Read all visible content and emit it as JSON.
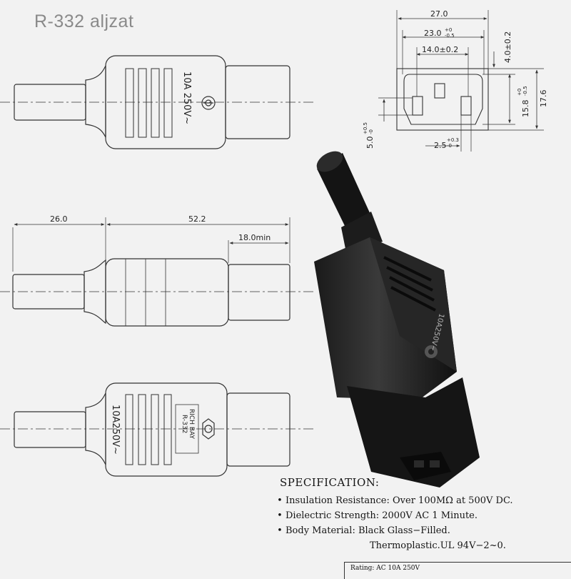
{
  "header": {
    "title": "R-332 aljzat"
  },
  "top_view": {
    "marking": "10A 250V~"
  },
  "side_view": {
    "dim_total": "52.2",
    "dim_cable": "26.0",
    "dim_min": "18.0min"
  },
  "bottom_view": {
    "marking": "10A250V~",
    "brand_line1": "RICH BAY",
    "brand_line2": "R-332"
  },
  "face_view": {
    "dim_width": "27.0",
    "dim_inner": "23.0",
    "dim_inner_tol_top": "+0",
    "dim_inner_tol_bottom": "-0.5",
    "dim_pin_pitch": "14.0±0.2",
    "dim_top": "4.0±0.2",
    "dim_height": "17.6",
    "dim_inner_height": "15.8",
    "dim_inner_height_tol_top": "+0",
    "dim_inner_height_tol_bottom": "-0.5",
    "dim_left": "5.0",
    "dim_left_tol_top": "+0.5",
    "dim_left_tol_bottom": "-0",
    "dim_bottom": "2.5",
    "dim_bottom_tol_top": "+0.3",
    "dim_bottom_tol_bottom": "-0"
  },
  "photo": {
    "marking": "10A250V~"
  },
  "specification": {
    "title": "SPECIFICATION:",
    "items": [
      {
        "label": "Insulation Resistance:",
        "value": "Over 100MΩ  at 500V DC."
      },
      {
        "label": "Dielectric Strength:",
        "value": "2000V AC 1 Minute."
      },
      {
        "label": "Body Material:",
        "value": "Black Glass−Filled."
      }
    ],
    "continuation": "Thermoplastic.UL 94V−2~0.",
    "rating": "Rating: AC 10A 250V"
  }
}
